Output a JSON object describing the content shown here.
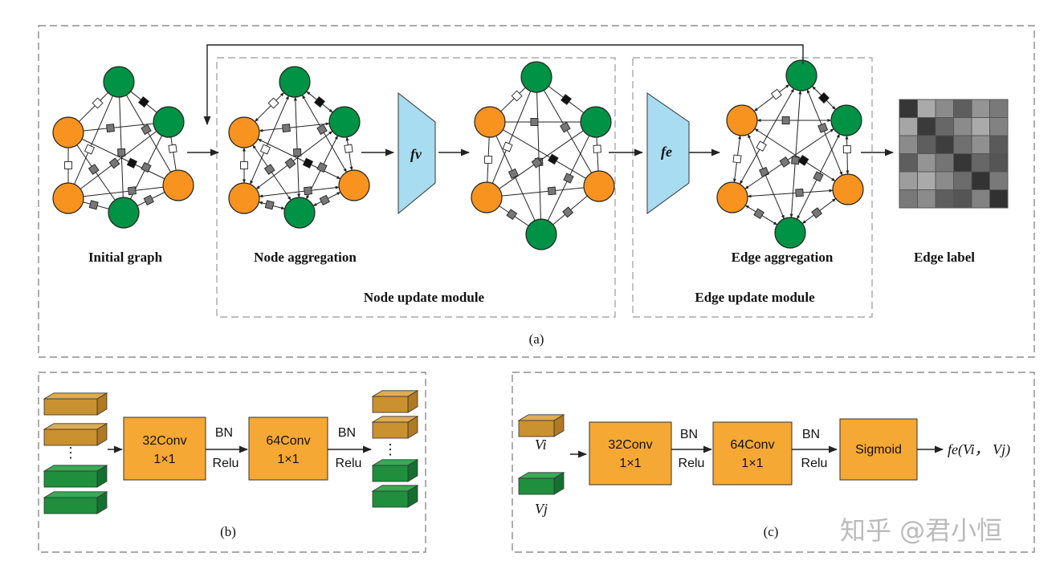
{
  "panel_a": {
    "caption": "(a)",
    "labels": {
      "initial_graph": "Initial graph",
      "node_aggregation": "Node aggregation",
      "edge_aggregation": "Edge aggregation",
      "edge_label": "Edge label"
    },
    "modules": {
      "node_update": "Node update module",
      "edge_update": "Edge update module"
    },
    "functions": {
      "fv": "fv",
      "fe": "fe"
    }
  },
  "panel_b": {
    "caption": "(b)",
    "conv1": {
      "line1": "32Conv",
      "line2": "1×1"
    },
    "conv2": {
      "line1": "64Conv",
      "line2": "1×1"
    },
    "act1": {
      "top": "BN",
      "bottom": "Relu"
    },
    "act2": {
      "top": "BN",
      "bottom": "Relu"
    }
  },
  "panel_c": {
    "caption": "(c)",
    "vi": "Vi",
    "vj": "Vj",
    "conv1": {
      "line1": "32Conv",
      "line2": "1×1"
    },
    "conv2": {
      "line1": "64Conv",
      "line2": "1×1"
    },
    "act1": {
      "top": "BN",
      "bottom": "Relu"
    },
    "act2": {
      "top": "BN",
      "bottom": "Relu"
    },
    "sigmoid": "Sigmoid",
    "output": "fe(Vi， Vj)"
  },
  "watermark": "知乎 @君小恒",
  "colors": {
    "orange_node": "#f7931e",
    "green_node": "#009245",
    "function_block": "#a8dcf0",
    "conv_box": "#f5a833"
  },
  "edge_label_matrix": [
    [
      0.08,
      0.72,
      0.55,
      0.3,
      0.6,
      0.45
    ],
    [
      0.7,
      0.1,
      0.35,
      0.55,
      0.72,
      0.5
    ],
    [
      0.55,
      0.3,
      0.12,
      0.4,
      0.58,
      0.28
    ],
    [
      0.3,
      0.6,
      0.42,
      0.08,
      0.35,
      0.25
    ],
    [
      0.65,
      0.72,
      0.55,
      0.38,
      0.06,
      0.45
    ],
    [
      0.45,
      0.55,
      0.3,
      0.25,
      0.5,
      0.05
    ]
  ]
}
